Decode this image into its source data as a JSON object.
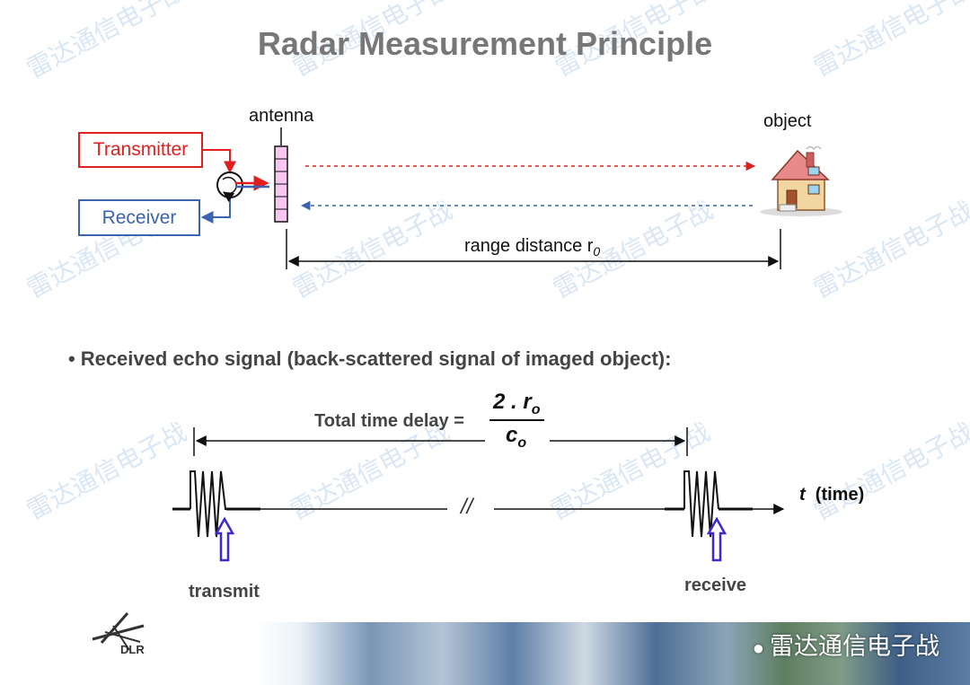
{
  "title": "Radar Measurement Principle",
  "diagram_top": {
    "transmitter_label": "Transmitter",
    "receiver_label": "Receiver",
    "antenna_label": "antenna",
    "object_label": "object",
    "range_label": "range distance r",
    "range_subscript": "0"
  },
  "echo_section": {
    "bullet": "•",
    "text": "Received echo signal (back-scattered signal of imaged object):",
    "total_delay_label": "Total time delay =",
    "numerator": "2 . r",
    "numerator_sub": "o",
    "denominator": "c",
    "denominator_sub": "o",
    "break_mark": "//",
    "time_axis_var": "t",
    "time_axis_label": "(time)",
    "transmit_label": "transmit",
    "receive_label": "receive"
  },
  "footer": {
    "logo_text": "DLR",
    "wechat_name": "雷达通信电子战"
  },
  "watermark": "雷达通信电子战",
  "colors": {
    "title_gray": "#777777",
    "transmit_red": "#e02020",
    "receive_blue": "#3b63b0",
    "antenna_pink": "#f7c7f0",
    "arrow_purple": "#3a2ad0"
  }
}
